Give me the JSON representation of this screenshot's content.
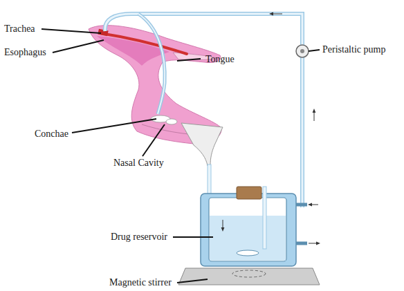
{
  "diagram": {
    "labels": [
      "Trachea",
      "Esophagus",
      "Tongue",
      "Conchae",
      "Nasal Cavity",
      "Peristaltic pump",
      "Drug reservoir",
      "Magnetic stirrer"
    ]
  }
}
